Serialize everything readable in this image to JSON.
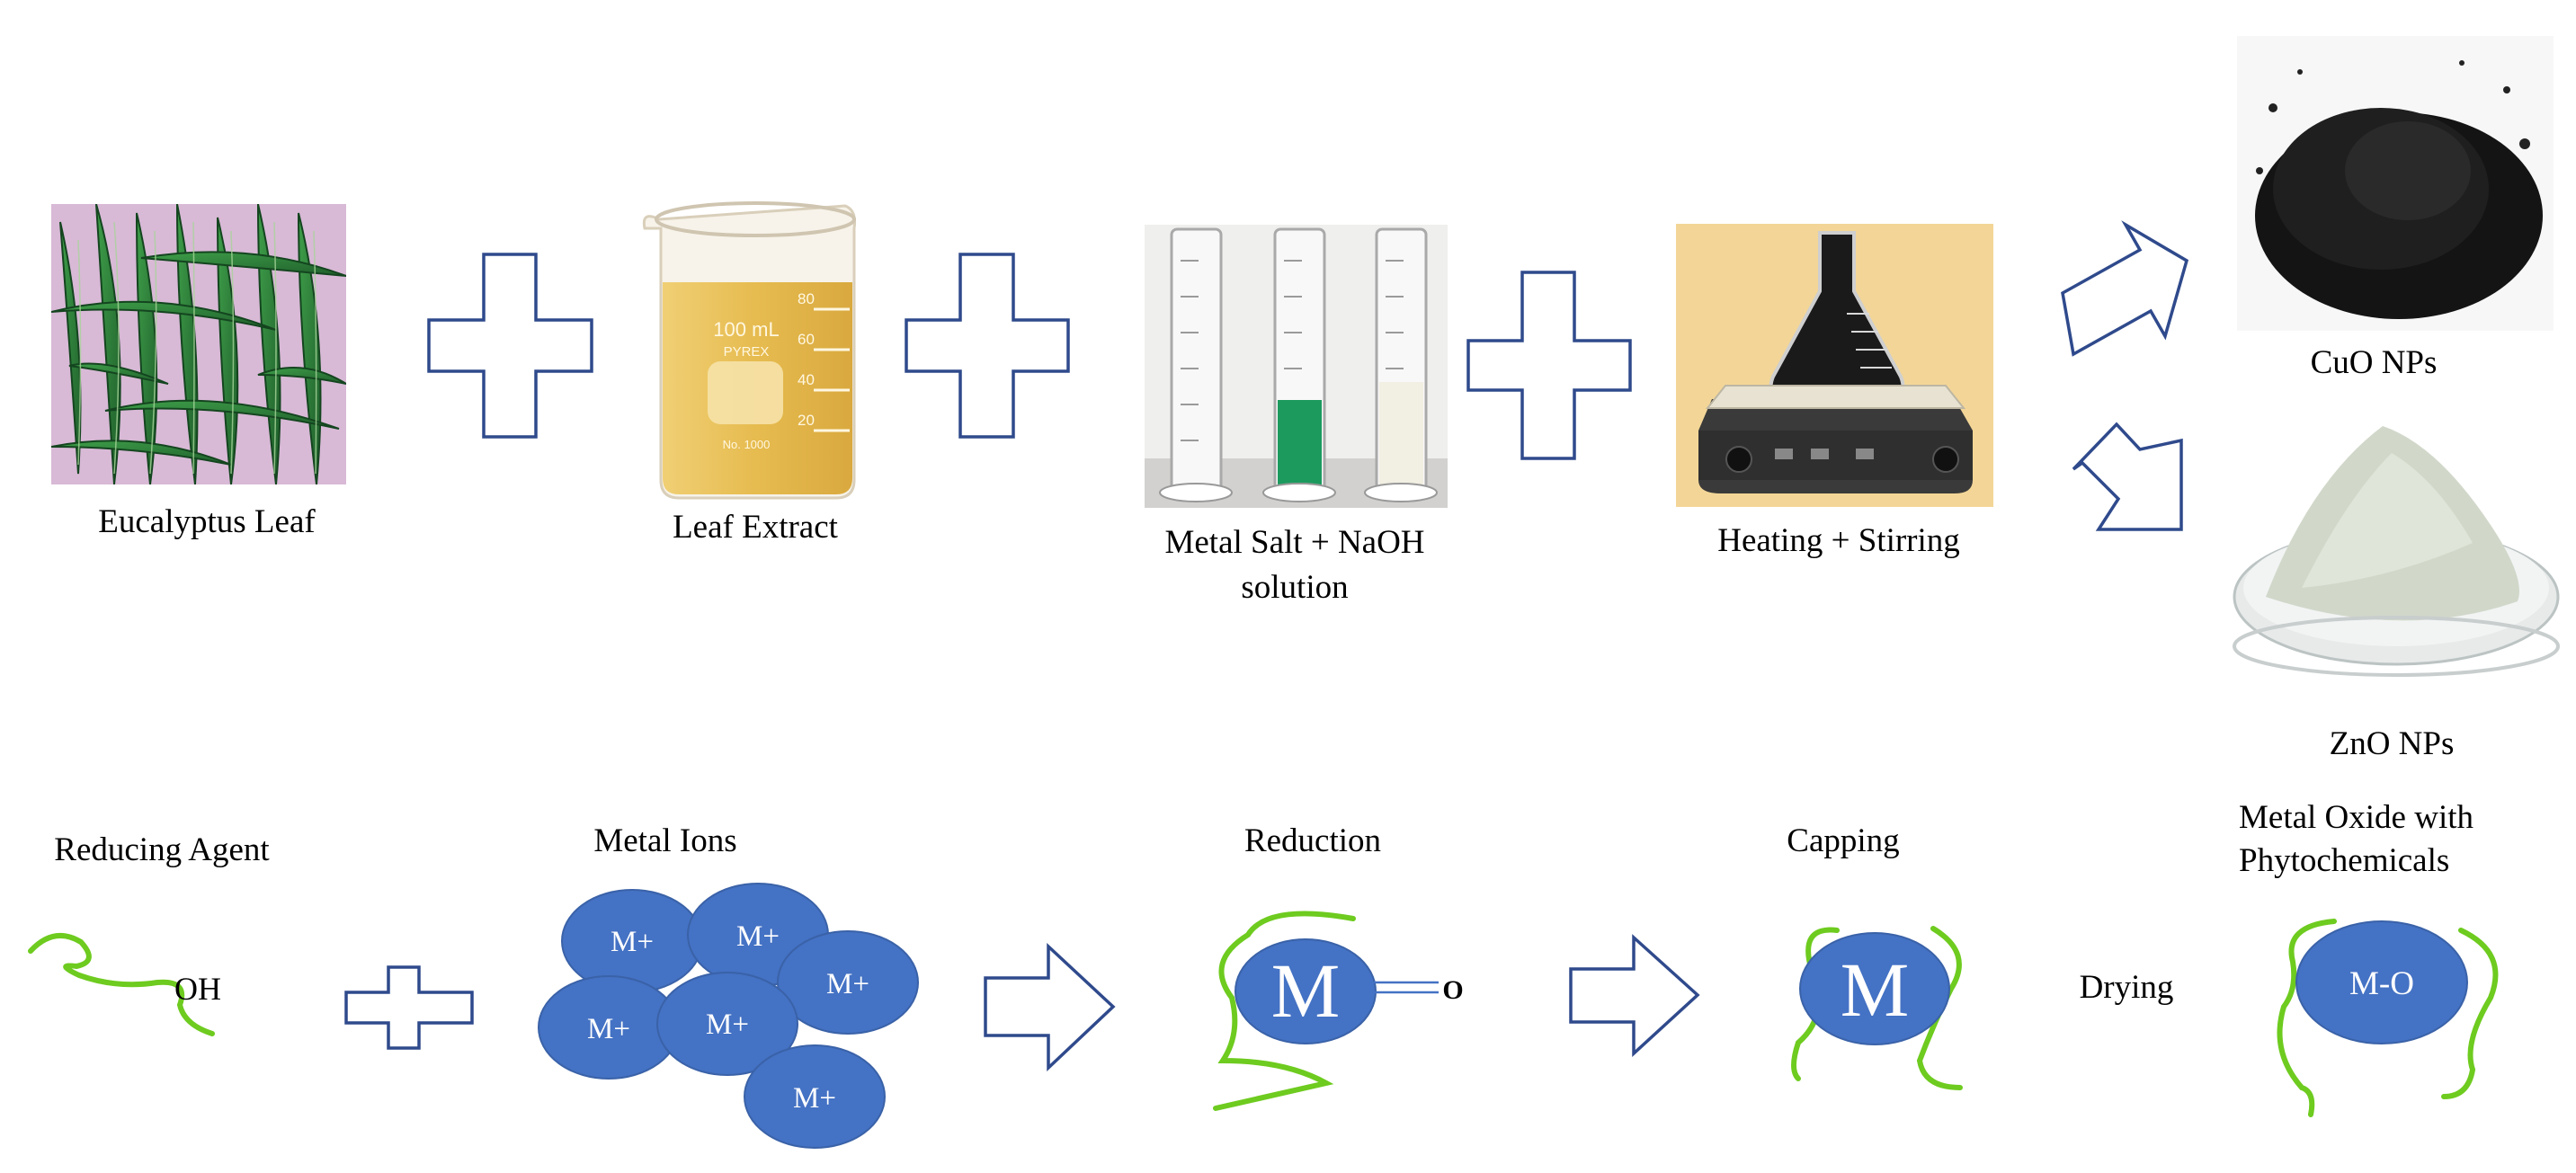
{
  "top_row": {
    "eucalyptus_label": "Eucalyptus Leaf",
    "extract_label": "Leaf Extract",
    "metal_salt_label_1": "Metal Salt + NaOH",
    "metal_salt_label_2": "solution",
    "heating_label": "Heating + Stirring",
    "cuo_label": "CuO NPs",
    "zno_label": "ZnO NPs",
    "beaker_text": {
      "volume": "100 mL",
      "brand": "PYREX",
      "model": "No. 1000",
      "ticks": [
        "80",
        "60",
        "40",
        "20"
      ]
    }
  },
  "bottom_row": {
    "reducing_agent_label": "Reducing Agent",
    "hydroxyl": "OH",
    "metal_ions_label": "Metal Ions",
    "ion": "M+",
    "reduction_label": "Reduction",
    "capping_label": "Capping",
    "drying_label": "Drying",
    "metal": "M",
    "oxygen": "O",
    "oxide_label_1": "Metal Oxide with",
    "oxide_label_2": "Phytochemicals",
    "metal_oxide": "M-O"
  },
  "colors": {
    "outline_blue": "#2f4a8c",
    "sphere_blue": "#4472c4",
    "capping_green": "#6ecb1f",
    "extract_yellow": "#e3b94c",
    "leaf_green": "#2e7d3a",
    "hotplate_bg": "#f3d697"
  }
}
